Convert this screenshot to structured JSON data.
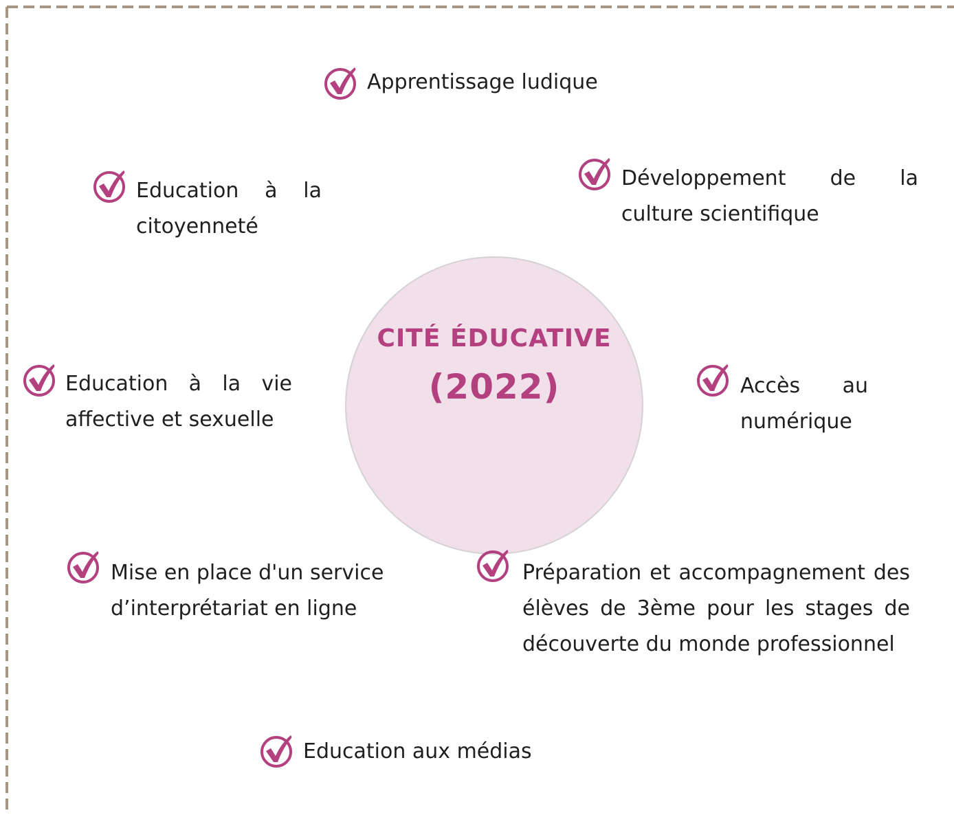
{
  "diagram": {
    "center": {
      "line1": "CITÉ ÉDUCATIVE",
      "line2": "(2022)"
    },
    "colors": {
      "accent": "#b3407f",
      "circle_fill": "#f1dfe9",
      "border_dash": "#a89685",
      "text": "#1f1f1f"
    },
    "items": [
      {
        "id": "apprentissage",
        "icon": "check-circle-icon",
        "label": "Apprentissage ludique"
      },
      {
        "id": "citoyennete",
        "icon": "check-circle-icon",
        "label": "Education à la citoyenneté"
      },
      {
        "id": "culture-scientifique",
        "icon": "check-circle-icon",
        "label": "Développement de la culture scientifique"
      },
      {
        "id": "vie-affective",
        "icon": "check-circle-icon",
        "label": "Education à la vie affective et sexuelle"
      },
      {
        "id": "numerique",
        "icon": "check-circle-icon",
        "label": "Accès au numérique"
      },
      {
        "id": "interpretariat",
        "icon": "check-circle-icon",
        "label": "Mise en place d'un service d’interprétariat en ligne"
      },
      {
        "id": "stages",
        "icon": "check-circle-icon",
        "label": "Préparation et accompagnement des élèves de 3ème pour les stages de découverte du monde professionnel"
      },
      {
        "id": "medias",
        "icon": "check-circle-icon",
        "label": "Education aux médias"
      }
    ]
  }
}
